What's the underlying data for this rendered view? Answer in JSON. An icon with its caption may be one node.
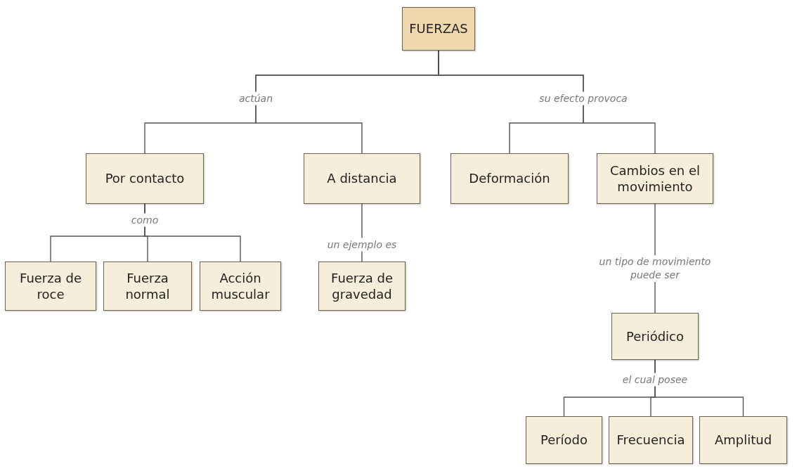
{
  "diagram": {
    "nodes": [
      {
        "text": [
          "FUERZAS"
        ]
      },
      {
        "text": [
          "Por contacto"
        ]
      },
      {
        "text": [
          "A distancia"
        ]
      },
      {
        "text": [
          "Deformación"
        ]
      },
      {
        "text": [
          "Cambios en el movimiento"
        ]
      },
      {
        "text": [
          "Fuerza de roce"
        ]
      },
      {
        "text": [
          "Fuerza normal"
        ]
      },
      {
        "text": [
          "Acción muscular"
        ]
      },
      {
        "text": [
          "Fuerza de gravedad"
        ]
      },
      {
        "text": [
          "Periódico"
        ]
      },
      {
        "text": [
          "Período"
        ]
      },
      {
        "text": [
          "Frecuencia"
        ]
      },
      {
        "text": [
          "Amplitud"
        ]
      }
    ],
    "edges": [
      {
        "from": 0,
        "to": 1,
        "arrow": "none",
        "label": "actúan"
      },
      {
        "from": 0,
        "to": 2,
        "arrow": "none"
      },
      {
        "from": 0,
        "to": 3,
        "arrow": "none",
        "label": "su efecto provoca"
      },
      {
        "from": 0,
        "to": 4,
        "arrow": "none"
      },
      {
        "from": 1,
        "to": 5,
        "arrow": "none",
        "label": "como"
      },
      {
        "from": 1,
        "to": 6,
        "arrow": "none"
      },
      {
        "from": 1,
        "to": 7,
        "arrow": "none"
      },
      {
        "from": 2,
        "to": 8,
        "arrow": "none",
        "label": "un ejemplo es"
      },
      {
        "from": 4,
        "to": 9,
        "arrow": "none",
        "label": "un tipo de movimiento puede ser"
      },
      {
        "from": 9,
        "to": 10,
        "arrow": "none",
        "label": "el cual posee"
      },
      {
        "from": 9,
        "to": 11,
        "arrow": "none"
      },
      {
        "from": 9,
        "to": 12,
        "arrow": "none"
      }
    ]
  }
}
